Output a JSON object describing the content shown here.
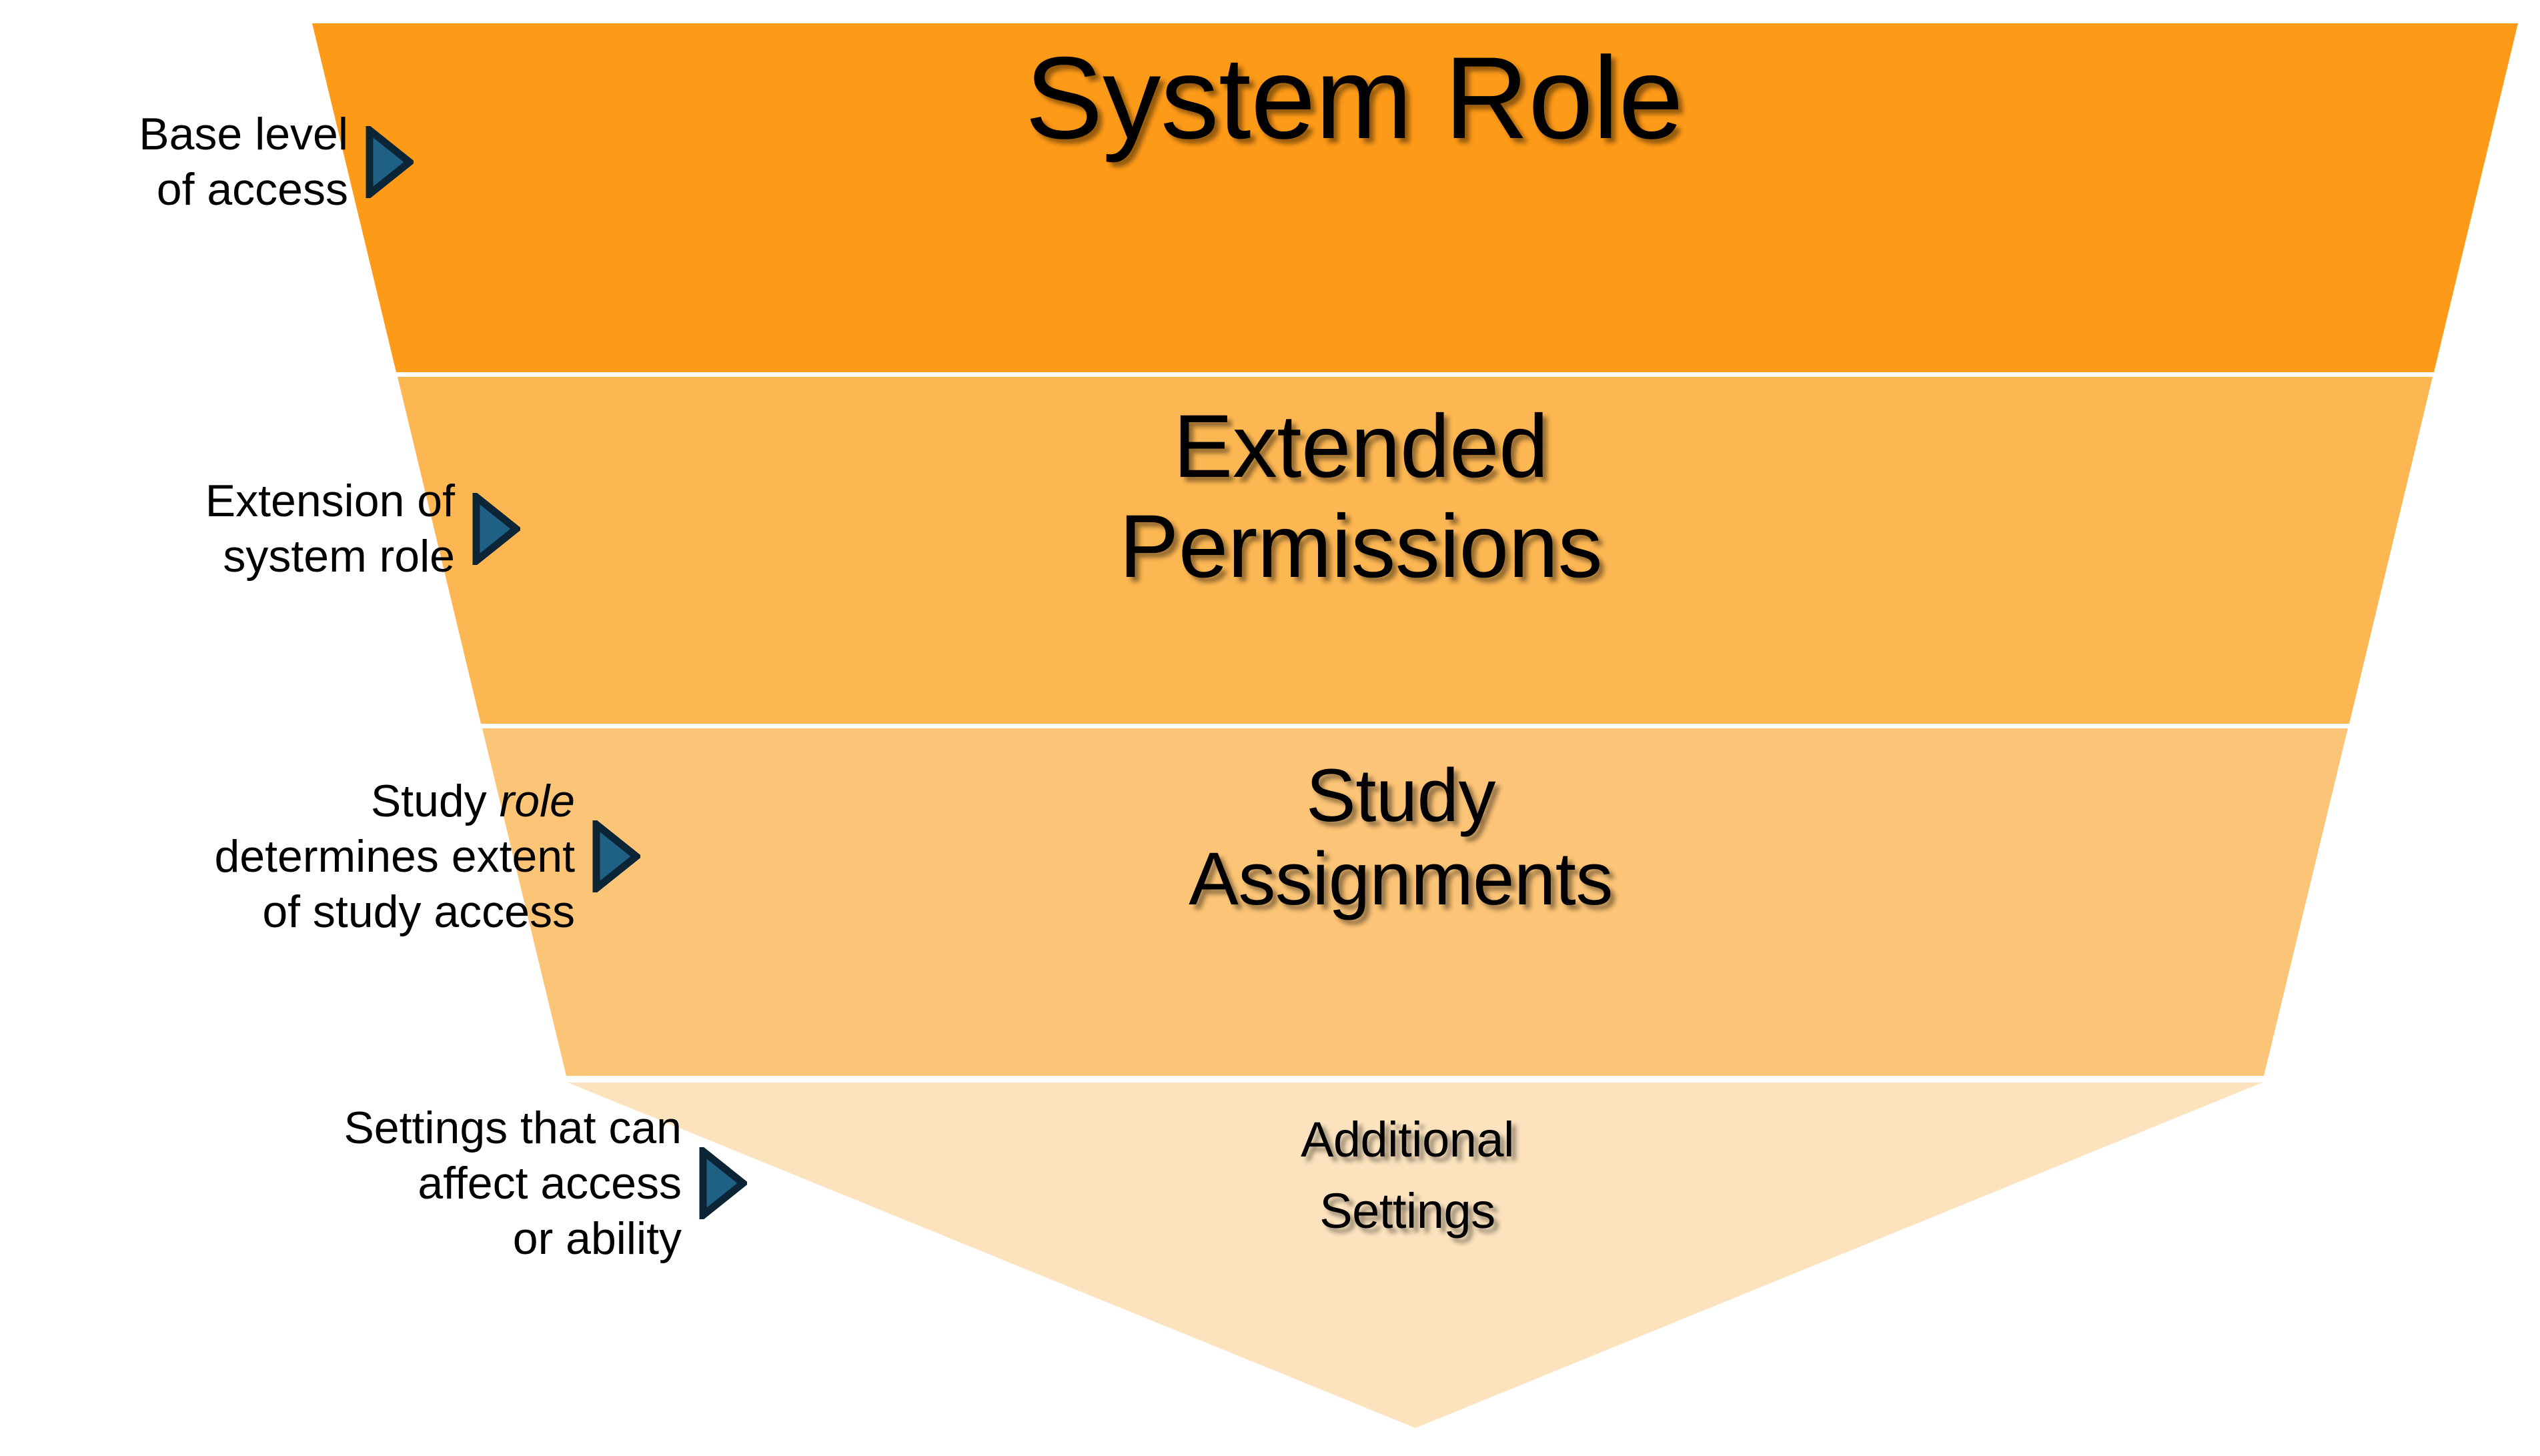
{
  "diagram": {
    "type": "inverted-funnel",
    "title": "Access level funnel",
    "background_color": "#FFFFFF",
    "arrow_fill_color": "#1F6185",
    "arrow_stroke_color": "#0B2436",
    "bands": [
      {
        "id": "system-role",
        "label": "System Role",
        "color": "#FD9A18",
        "annotation": "Base level\nof access"
      },
      {
        "id": "extended-permissions",
        "label": "Extended\nPermissions",
        "color": "#FDB752",
        "annotation": "Extension of\nsystem role"
      },
      {
        "id": "study-assignments",
        "label": "Study\nAssignments",
        "color": "#FCC476",
        "annotation_pre": "Study ",
        "annotation_em": "role",
        "annotation_post": "\ndetermines extent\nof study access"
      },
      {
        "id": "additional-settings",
        "label": "Additional\nSettings",
        "color": "#FCE3BE",
        "annotation": "Settings that can\naffect access\nor ability"
      }
    ],
    "icons": {
      "arrow": "triangle-right-icon"
    }
  }
}
